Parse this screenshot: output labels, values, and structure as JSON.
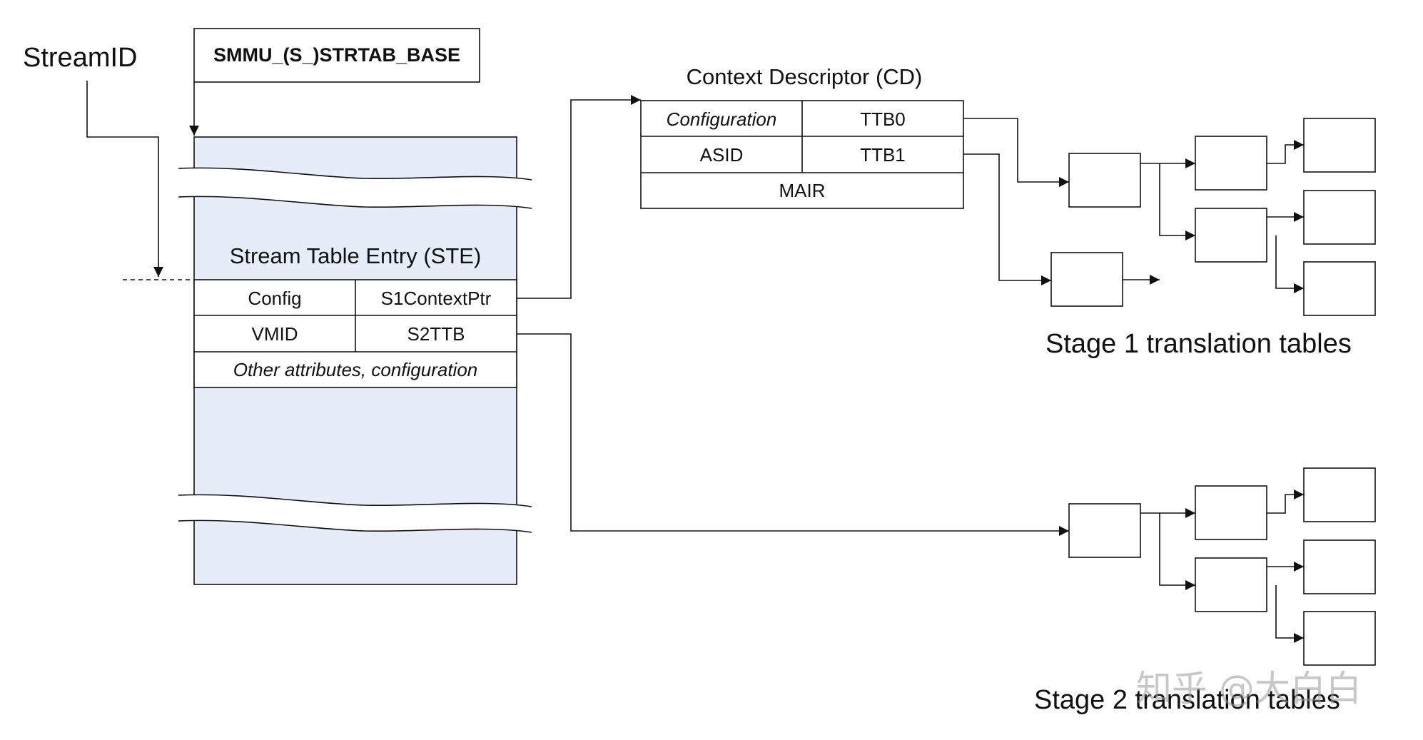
{
  "stream_id_label": "StreamID",
  "base_register_label": "SMMU_(S_)STRTAB_BASE",
  "ste": {
    "title": "Stream Table Entry (STE)",
    "rows": [
      [
        "Config",
        "S1ContextPtr"
      ],
      [
        "VMID",
        "S2TTB"
      ]
    ],
    "footer": "Other attributes, configuration"
  },
  "cd": {
    "title": "Context Descriptor (CD)",
    "rows": [
      [
        "Configuration",
        "TTB0"
      ],
      [
        "ASID",
        "TTB1"
      ]
    ],
    "footer": "MAIR"
  },
  "stage1_label": "Stage 1 translation tables",
  "stage2_label": "Stage 2 translation tables",
  "watermark": "知乎 @大白白",
  "colors": {
    "stream_table_fill": "#e6edf8",
    "line": "#111111",
    "box_fill": "#ffffff"
  }
}
